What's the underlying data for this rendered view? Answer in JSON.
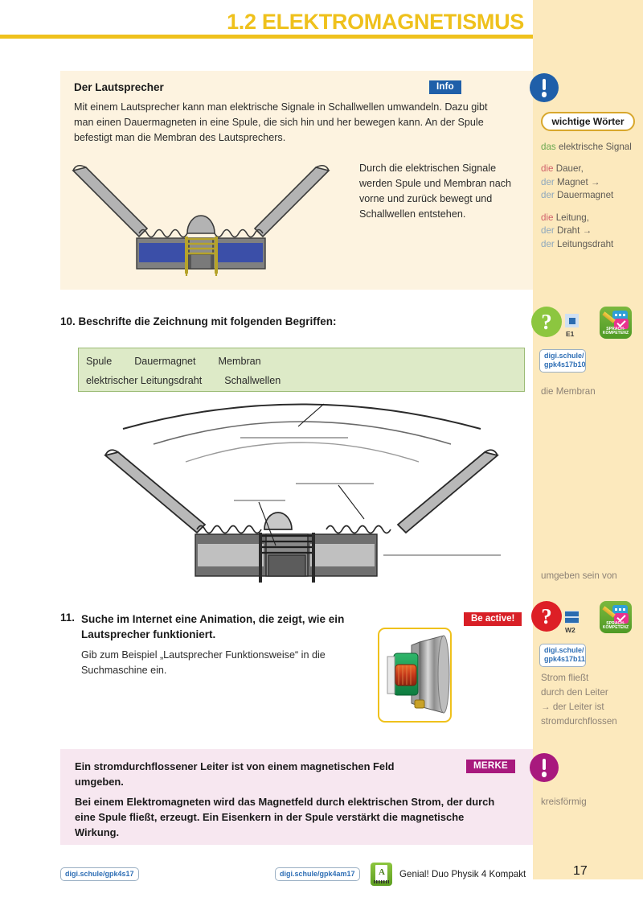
{
  "header": {
    "title": "1.2 ELEKTROMAGNETISMUS",
    "chapter_number": "1",
    "rule_color": "#efc11c"
  },
  "info_panel": {
    "badge": "Info",
    "title": "Der Lautsprecher",
    "body": "Mit einem Lautsprecher kann man elektrische Signale in Schallwellen umwandeln. Dazu gibt man einen Dauermagneten in eine Spule, die sich hin und her bewegen kann. An der Spule befestigt man die Membran des Lautsprechers.",
    "caption": "Durch die elektrischen Signale werden Spule und Membran nach vorne und zurück bewegt und Schallwellen entstehen."
  },
  "sidebar": {
    "vocab_heading": "wichtige Wörter",
    "vocab_groups": [
      [
        {
          "article": "das",
          "word": "elektrische Signal",
          "type": "das"
        }
      ],
      [
        {
          "article": "die",
          "word": "Dauer,",
          "type": "die"
        },
        {
          "article": "der",
          "word": "Magnet →",
          "type": "der"
        },
        {
          "article": "der",
          "word": "Dauermagnet",
          "type": "der"
        }
      ],
      [
        {
          "article": "die",
          "word": "Leitung,",
          "type": "die"
        },
        {
          "article": "der",
          "word": "Draht →",
          "type": "der"
        },
        {
          "article": "der",
          "word": "Leitungsdraht",
          "type": "der"
        }
      ]
    ],
    "note_membran": "die Membran",
    "note_umgeben": "umgeben sein von",
    "note_strom": "Strom fließt\ndurch den Leiter\n→ der Leiter ist\nstromdurchflossen",
    "note_kreis": "kreisförmig",
    "cluster_top": {
      "question_mark": "?",
      "level_label": "E1",
      "competence_label": "SPRACH-\nKOMPETENZ",
      "digi_link": "digi.schule/\ngpk4s17b10"
    },
    "cluster_bottom": {
      "question_mark": "?",
      "level_label": "W2",
      "competence_label": "SPRACH-\nKOMPETENZ",
      "digi_link": "digi.schule/\ngpk4s17b11"
    }
  },
  "exercise10": {
    "heading": "10. Beschrifte die Zeichnung mit folgenden Begriffen:",
    "wordbank_row1": "Spule        Dauermagnet        Membran",
    "wordbank_row2": "elektrischer Leitungsdraht        Schallwellen"
  },
  "exercise11": {
    "badge": "Be active!",
    "number": "11.",
    "bold_text": "Suche im Internet eine Animation, die zeigt, wie ein Lautsprecher funktioniert.",
    "sub_text": "Gib zum Beispiel „Lautsprecher Funktionsweise“ in die Suchmaschine ein."
  },
  "merke": {
    "badge": "MERKE",
    "line1": "Ein stromdurchflossener Leiter ist von einem magnetischen Feld umgeben.",
    "line2": "Bei einem Elektromagneten wird das Magnetfeld durch elektrischen Strom, der durch eine Spule fließt, erzeugt. Ein Eisenkern in der Spule verstärkt die magnetische Wirkung."
  },
  "footer": {
    "tag_left": "digi.schule/gpk4s17",
    "tag_mid": "digi.schule/gpk4am17",
    "book_title": "Genial! Duo Physik 4 Kompakt",
    "page_number": "17"
  },
  "colors": {
    "accent_yellow": "#efc11c",
    "info_blue": "#1f5fa9",
    "merke_magenta": "#a8197d",
    "active_red": "#d81f26",
    "sidebar_cream": "#fce9bd",
    "info_cream": "#fdf3e0",
    "wordbank_green": "#ddeac7"
  }
}
